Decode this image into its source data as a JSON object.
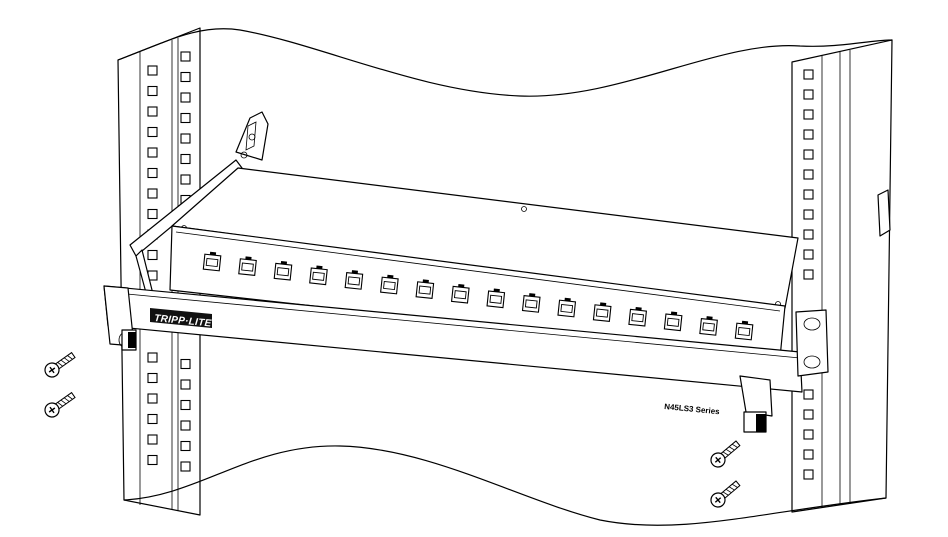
{
  "image": {
    "brand_logo_text": "TRIPP·LITE",
    "series_label": "N45LS3 Series",
    "port_count": 16,
    "screw_count": 4
  }
}
